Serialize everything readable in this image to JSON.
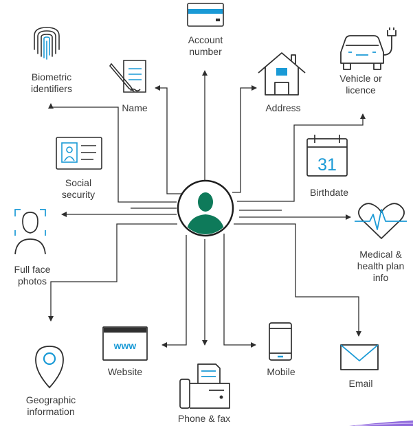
{
  "colors": {
    "line": "#2e2e2e",
    "icon_stroke": "#2f2f2f",
    "accent_blue": "#1a9ad6",
    "person_green": "#0e7a5a",
    "center_ring": "#1e1e1e",
    "text": "#3a3a3a",
    "corner_swoosh": "#7b4fd6"
  },
  "center": {
    "icon": "person-avatar-icon"
  },
  "items": [
    {
      "id": "account-number",
      "icon": "card-icon",
      "lines": [
        "Account",
        "number"
      ]
    },
    {
      "id": "biometric-identifiers",
      "icon": "fingerprint-icon",
      "lines": [
        "Biometric",
        "identifiers"
      ]
    },
    {
      "id": "name",
      "icon": "document-pen-icon",
      "lines": [
        "Name"
      ]
    },
    {
      "id": "address",
      "icon": "house-icon",
      "lines": [
        "Address"
      ]
    },
    {
      "id": "vehicle-licence",
      "icon": "electric-car-icon",
      "lines": [
        "Vehicle or",
        "licence"
      ]
    },
    {
      "id": "social-security",
      "icon": "id-card-icon",
      "lines": [
        "Social",
        "security"
      ]
    },
    {
      "id": "birthdate",
      "icon": "calendar-icon",
      "lines": [
        "Birthdate"
      ],
      "calendar_day": "31"
    },
    {
      "id": "full-face-photos",
      "icon": "face-scan-icon",
      "lines": [
        "Full face",
        "photos"
      ]
    },
    {
      "id": "medical-health",
      "icon": "heart-pulse-icon",
      "lines": [
        "Medical &",
        "health plan",
        "info"
      ]
    },
    {
      "id": "website",
      "icon": "browser-icon",
      "lines": [
        "Website"
      ],
      "badge": "www"
    },
    {
      "id": "mobile",
      "icon": "mobile-phone-icon",
      "lines": [
        "Mobile"
      ]
    },
    {
      "id": "email",
      "icon": "envelope-icon",
      "lines": [
        "Email"
      ]
    },
    {
      "id": "geographic-information",
      "icon": "map-pin-icon",
      "lines": [
        "Geographic",
        "information"
      ]
    },
    {
      "id": "phone-fax",
      "icon": "fax-machine-icon",
      "lines": [
        "Phone & fax"
      ]
    }
  ]
}
